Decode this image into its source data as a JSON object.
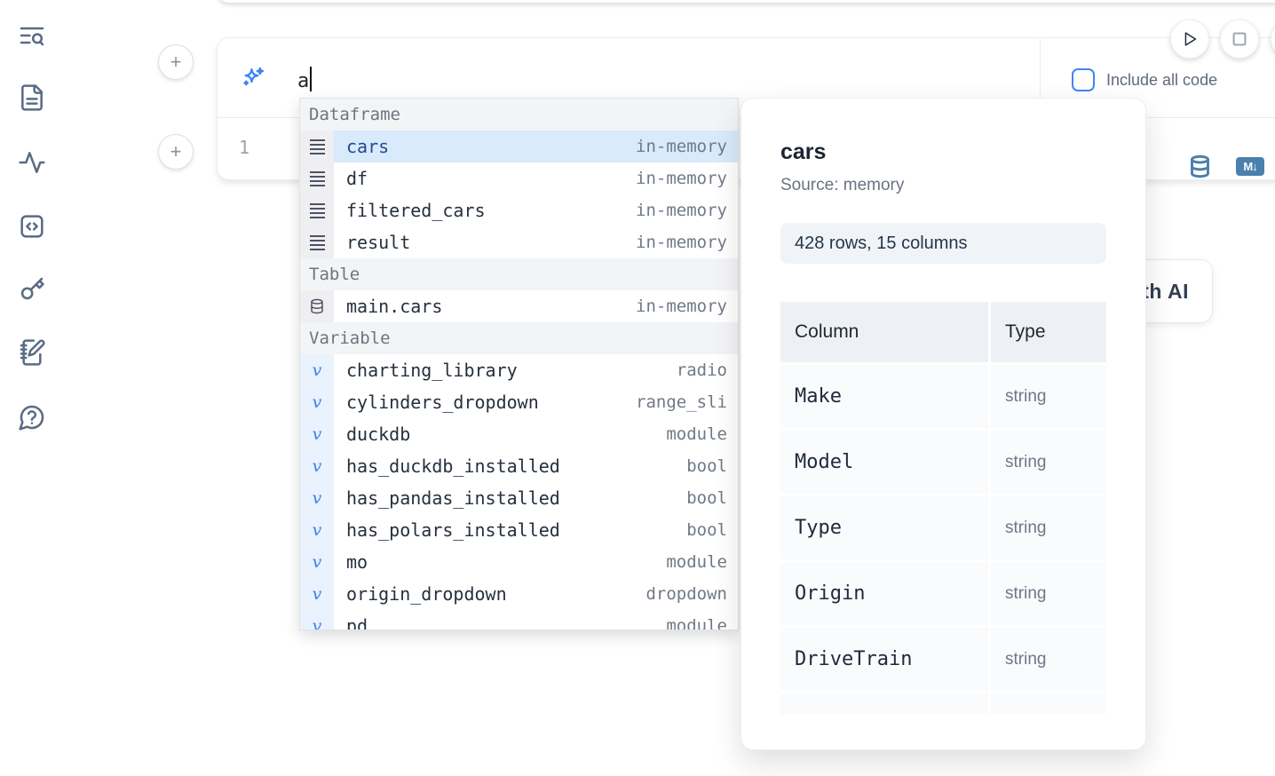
{
  "sidebar": {
    "items": [
      {
        "icon": "text-search-icon"
      },
      {
        "icon": "file-document-icon"
      },
      {
        "icon": "activity-pulse-icon"
      },
      {
        "icon": "code-snippets-icon"
      },
      {
        "icon": "key-icon"
      },
      {
        "icon": "notebook-pen-icon"
      },
      {
        "icon": "help-chat-icon"
      }
    ]
  },
  "toolbar": {
    "run_button": "run",
    "stop_button": "stop"
  },
  "cell": {
    "prompt_value": "a",
    "include_all_code_label": "Include all code",
    "line_number": "1",
    "markdown_badge": "M↓"
  },
  "autocomplete": {
    "sections": [
      {
        "label": "Dataframe",
        "icon": "dataframe-rows-icon",
        "items": [
          {
            "name": "cars",
            "type": "in-memory",
            "selected": true
          },
          {
            "name": "df",
            "type": "in-memory"
          },
          {
            "name": "filtered_cars",
            "type": "in-memory"
          },
          {
            "name": "result",
            "type": "in-memory"
          }
        ]
      },
      {
        "label": "Table",
        "icon": "database-icon",
        "items": [
          {
            "name": "main.cars",
            "type": "in-memory"
          }
        ]
      },
      {
        "label": "Variable",
        "icon": "variable-icon",
        "items": [
          {
            "name": "charting_library",
            "type": "radio"
          },
          {
            "name": "cylinders_dropdown",
            "type": "range_sli"
          },
          {
            "name": "duckdb",
            "type": "module"
          },
          {
            "name": "has_duckdb_installed",
            "type": "bool"
          },
          {
            "name": "has_pandas_installed",
            "type": "bool"
          },
          {
            "name": "has_polars_installed",
            "type": "bool"
          },
          {
            "name": "mo",
            "type": "module"
          },
          {
            "name": "origin_dropdown",
            "type": "dropdown"
          },
          {
            "name": "pd",
            "type": "module"
          }
        ]
      }
    ]
  },
  "preview": {
    "title": "cars",
    "source": "Source: memory",
    "shape_badge": "428 rows, 15 columns",
    "table": {
      "headers": [
        "Column",
        "Type"
      ],
      "rows": [
        [
          "Make",
          "string"
        ],
        [
          "Model",
          "string"
        ],
        [
          "Type",
          "string"
        ],
        [
          "Origin",
          "string"
        ],
        [
          "DriveTrain",
          "string"
        ],
        [
          "",
          ""
        ]
      ]
    }
  },
  "generate_ai_button": {
    "label": "Generate with AI"
  },
  "colors": {
    "accent_blue": "#3b82f6",
    "steel_blue": "#4a80ad",
    "selected_row_bg": "#d8eafc",
    "badge_bg": "#f0f4f8",
    "icon_slate": "#5b6b85"
  }
}
